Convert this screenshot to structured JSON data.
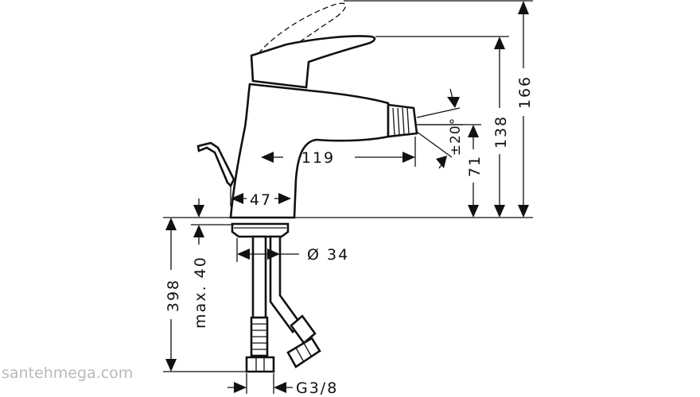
{
  "dimensions": {
    "total_height": "166",
    "lever_height": "138",
    "spout_height": "71",
    "spout_reach": "119",
    "base_offset": "47",
    "diameter": "Ø 34",
    "angle": "±20°",
    "hose_length": "398",
    "max_thickness": "max. 40",
    "thread": "G3/8"
  },
  "watermark": "santehmega.com"
}
